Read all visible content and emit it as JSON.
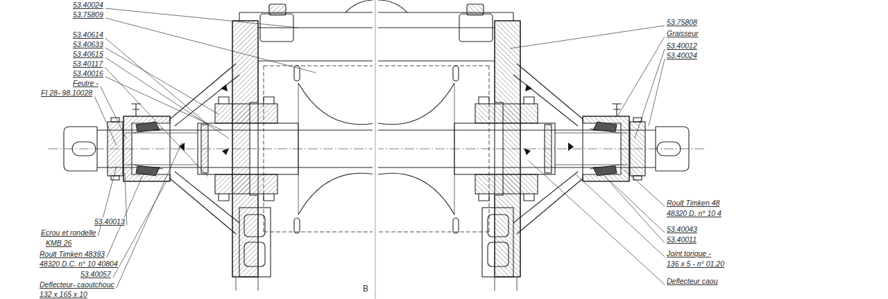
{
  "diagram": {
    "labels": [
      "53.40024",
      "53.75809",
      "53.40614",
      "53.40633",
      "53.40615",
      "53.40117",
      "53.40016",
      "Feutre -",
      "FI 28- 98.10028",
      "53.40013",
      "Ecrou et rondelle",
      "KMB 26",
      "Roult Timken 48393",
      "48320 D.C. n° 10 40804",
      "53.40057",
      "Deflecteur- caoutchouc",
      "132 x 165 x 10",
      "B",
      "53.75808",
      "Graisseur",
      "53.40012",
      "53.40024",
      "Roult Timken 48",
      "48320 D. n° 10 4",
      "53.40043",
      "53.40011",
      "Joint torique -",
      "136 x 5 - n° 01.20",
      "Deflecteur caou"
    ]
  }
}
